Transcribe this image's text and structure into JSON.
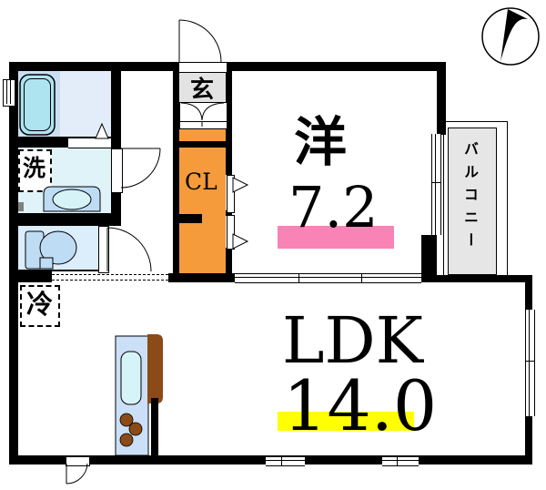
{
  "floor_plan": {
    "compass": "north-arrow",
    "rooms": {
      "western_room": {
        "name": "洋",
        "area": "7.2"
      },
      "ldk": {
        "name": "LDK",
        "area": "14.0"
      },
      "closet": {
        "name": "CL"
      },
      "entrance": {
        "name": "玄"
      },
      "balcony": {
        "name": "バルコニー"
      },
      "washer": {
        "name": "洗"
      },
      "refrigerator": {
        "name": "冷"
      }
    },
    "colors": {
      "wall": "#000000",
      "closet_fill": "#F59B3C",
      "entrance_fill": "#E3E3E3",
      "balcony_fill": "#E6E6E6",
      "western_room_highlight": "#F983B5",
      "ldk_highlight": "#FFFF00",
      "bath_fill": "#CBDFF3",
      "bath_fill_light": "#E3EDFA",
      "tub_fill": "#AEE4F0",
      "washroom_fill": "#DFF3F8",
      "toilet_fill": "#DCEDFB",
      "fixture_fill": "#BFDCF5",
      "kitchen_fill": "#CBE0F6",
      "sink_fill": "#D6F3F8",
      "counter_brown": "#8B4A17",
      "pillar_gray": "#808080"
    }
  }
}
